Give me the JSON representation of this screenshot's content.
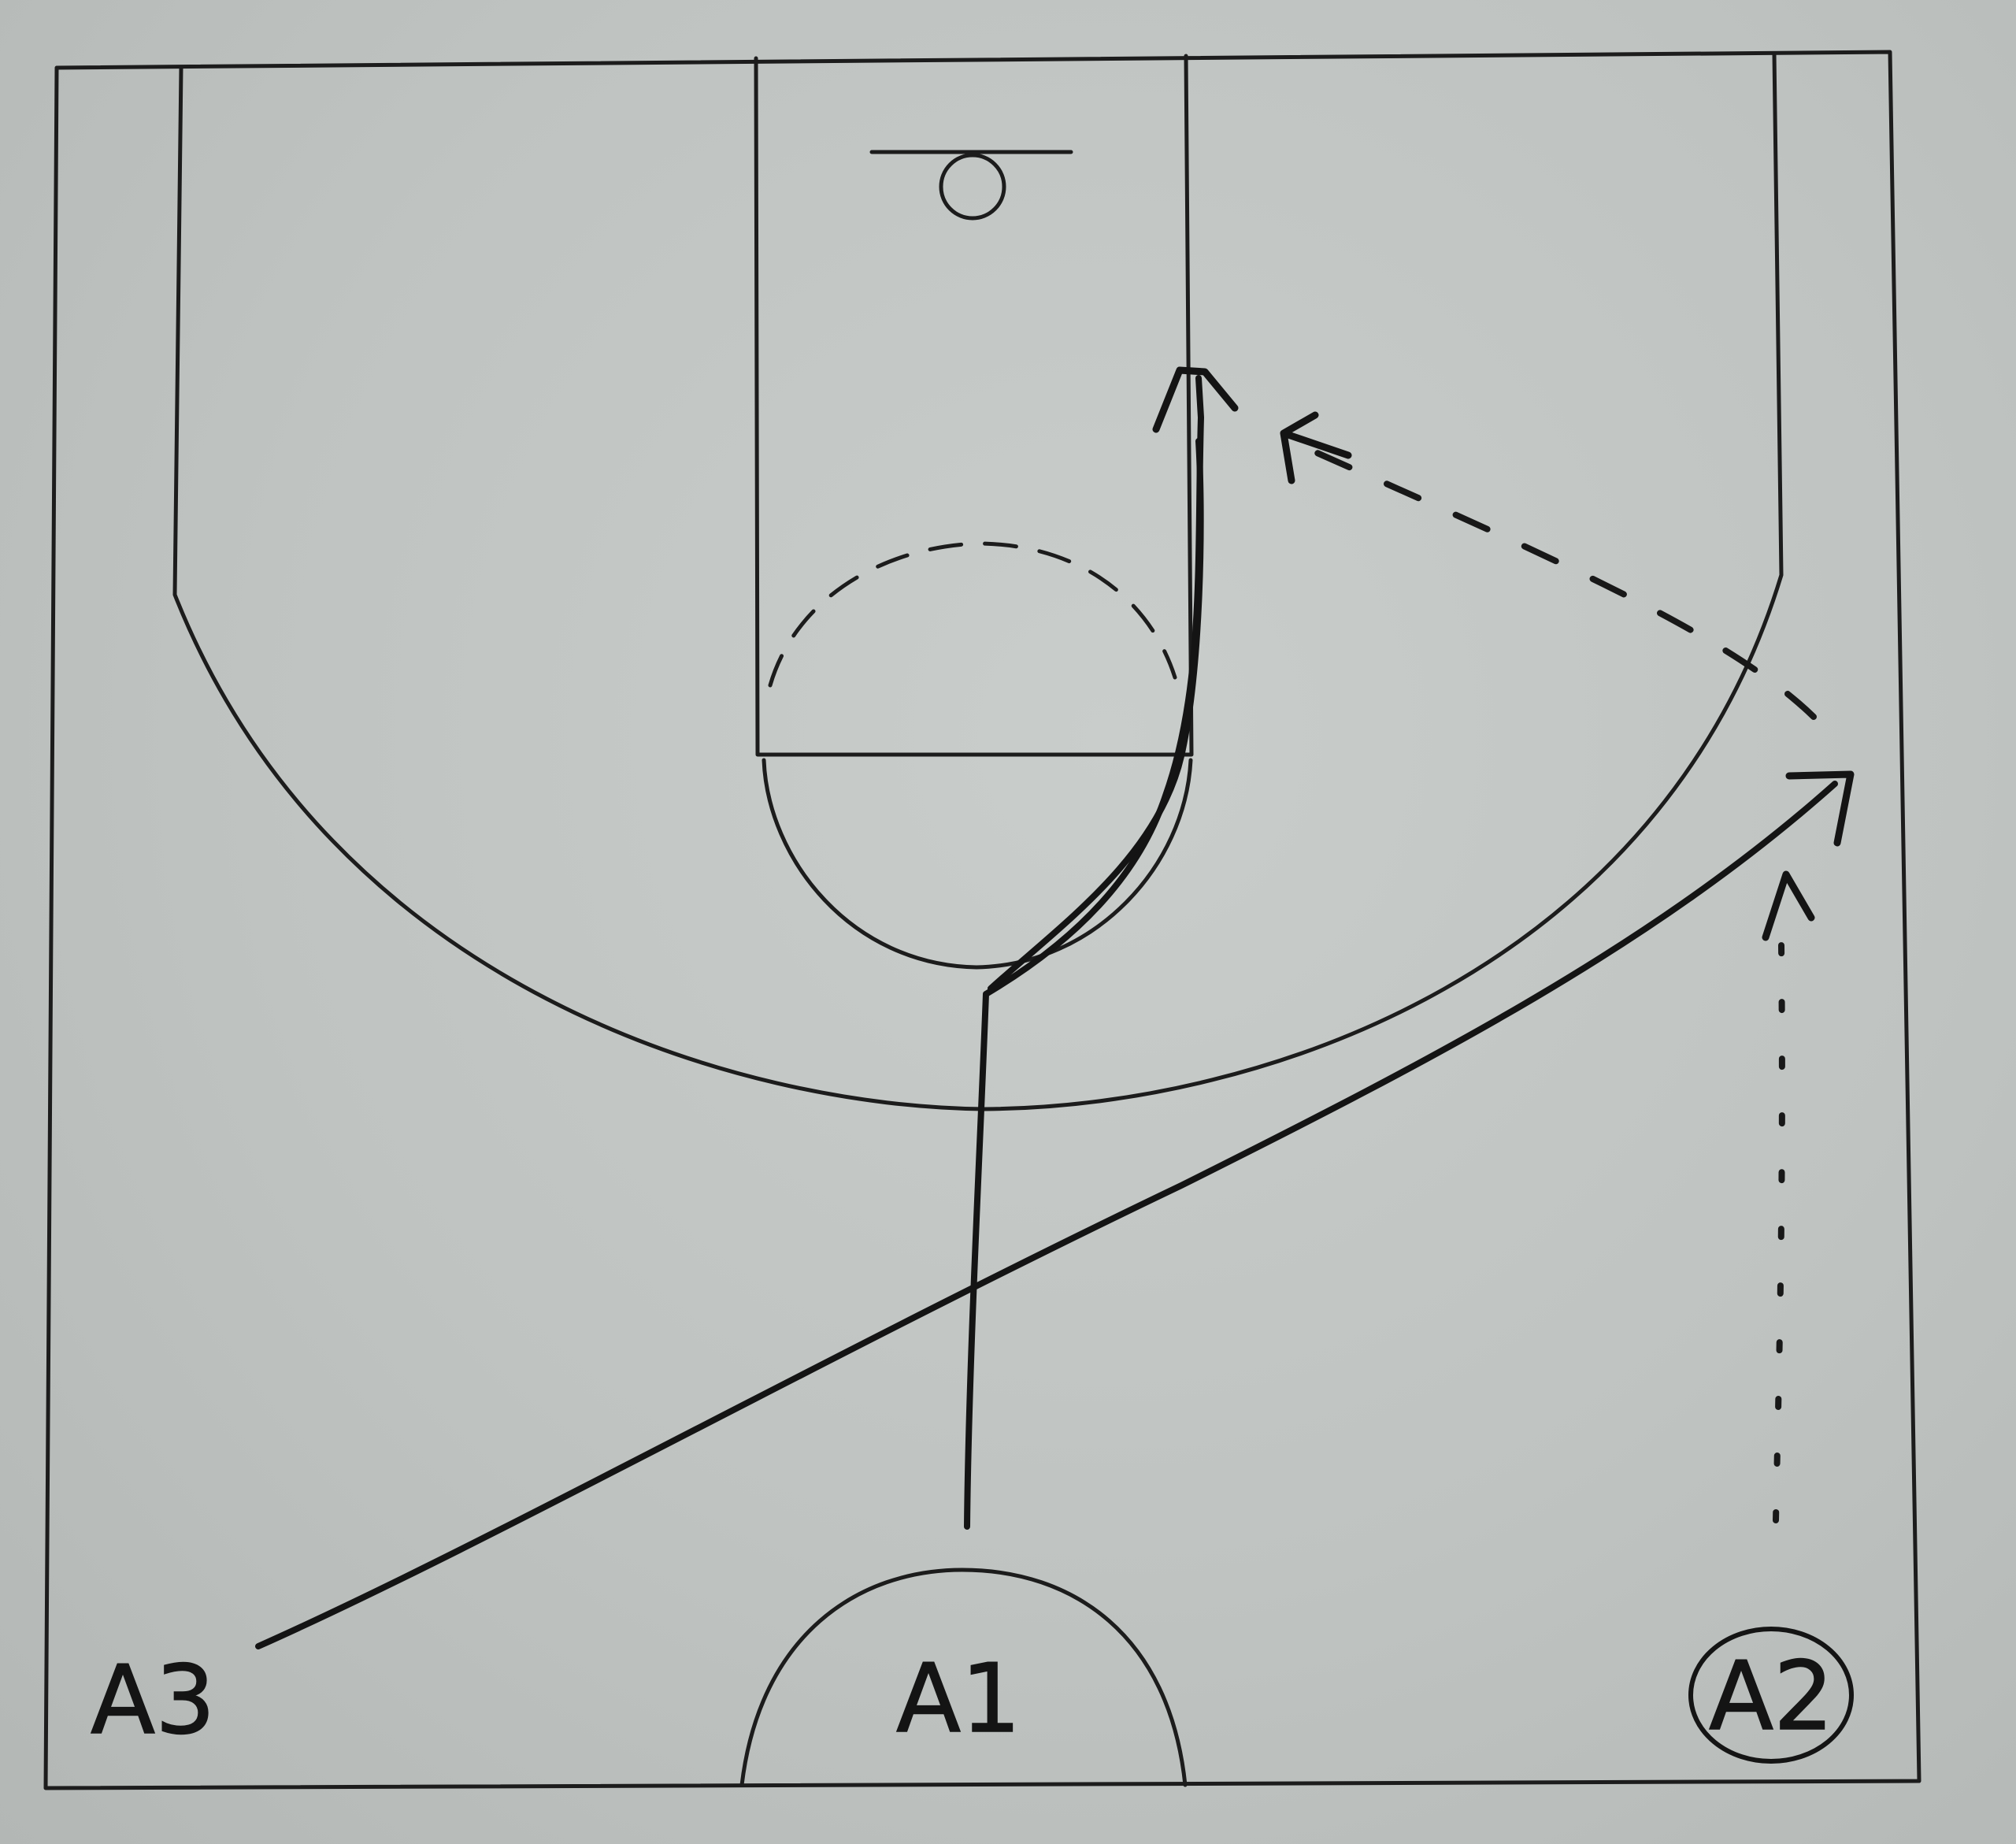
{
  "players": {
    "a1": "A1",
    "a2": "A2",
    "a3": "A3"
  },
  "colors": {
    "paper": "#c4c8c6",
    "ink": "#141414"
  }
}
